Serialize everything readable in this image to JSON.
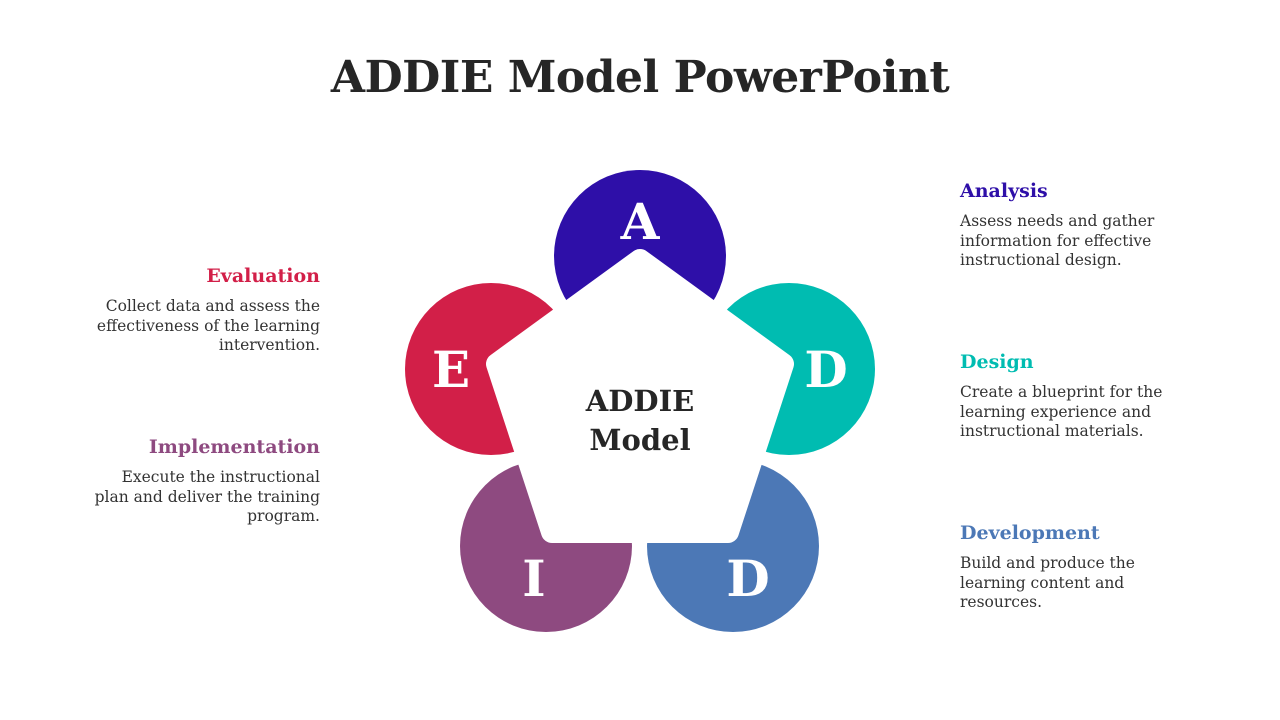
{
  "title": "ADDIE Model PowerPoint",
  "center": {
    "line1": "ADDIE",
    "line2": "Model"
  },
  "petals": [
    {
      "letter": "A",
      "color": "#2e0fa8"
    },
    {
      "letter": "D",
      "color": "#00bcb1"
    },
    {
      "letter": "D",
      "color": "#4c78b6"
    },
    {
      "letter": "I",
      "color": "#8e4a80"
    },
    {
      "letter": "E",
      "color": "#d21f48"
    }
  ],
  "steps": {
    "analysis": {
      "title": "Analysis",
      "color": "#2e0fa8",
      "text": "Assess needs and gather information for effective instructional design."
    },
    "design": {
      "title": "Design",
      "color": "#00bcb1",
      "text": "Create a blueprint for the learning experience and instructional materials."
    },
    "development": {
      "title": "Development",
      "color": "#4c78b6",
      "text": "Build and produce the learning content and resources."
    },
    "evaluation": {
      "title": "Evaluation",
      "color": "#d21f48",
      "text": "Collect data and assess the effectiveness of the learning intervention."
    },
    "implementation": {
      "title": "Implementation",
      "color": "#8e4a80",
      "text": "Execute the instructional plan and deliver the training program."
    }
  }
}
